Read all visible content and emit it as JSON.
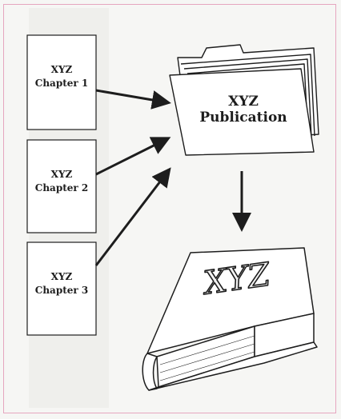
{
  "chapters": [
    {
      "line1": "XYZ",
      "line2": "Chapter 1"
    },
    {
      "line1": "XYZ",
      "line2": "Chapter 2"
    },
    {
      "line1": "XYZ",
      "line2": "Chapter 3"
    }
  ],
  "folder": {
    "line1": "XYZ",
    "line2": "Publication"
  },
  "book": {
    "title": "XYZ"
  }
}
